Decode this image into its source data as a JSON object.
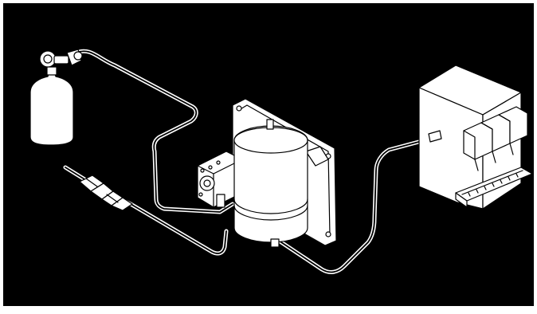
{
  "diagram": {
    "background": "#000000",
    "linework": "#ffffff",
    "components": [
      {
        "id": "co2-cylinder",
        "icon": "gas-cylinder-icon"
      },
      {
        "id": "water-supply",
        "icon": "water-inlet-fitting-icon"
      },
      {
        "id": "carbonator-pump-motor",
        "icon": "pump-motor-icon"
      },
      {
        "id": "carbonator-tank",
        "icon": "carbonator-tank-icon"
      },
      {
        "id": "mounting-plate",
        "icon": "mounting-plate-icon"
      },
      {
        "id": "beverage-dispenser",
        "icon": "soda-dispenser-icon"
      }
    ],
    "connections": [
      {
        "from": "co2-cylinder",
        "to": "carbonator-tank"
      },
      {
        "from": "water-supply",
        "to": "carbonator-pump-motor"
      },
      {
        "from": "carbonator-tank",
        "to": "beverage-dispenser"
      }
    ]
  }
}
